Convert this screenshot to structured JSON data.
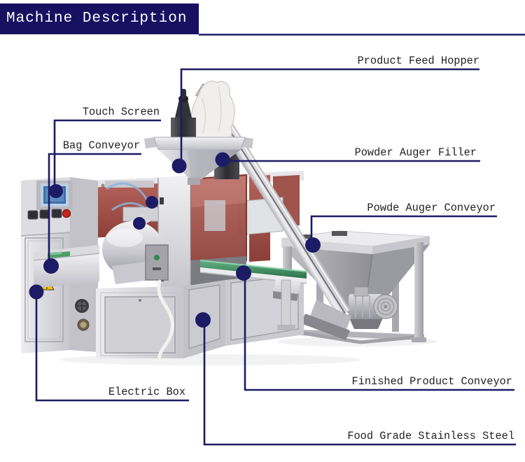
{
  "title": {
    "text": "Machine Description"
  },
  "labels": {
    "product_feed_hopper": "Product Feed Hopper",
    "touch_screen": "Touch Screen",
    "bag_conveyor": "Bag Conveyor",
    "powder_auger_filler": "Powder Auger Filler",
    "powde_auger_conveyor": "Powde Auger Conveyor",
    "finished_product_conveyor": "Finished Product Conveyor",
    "electric_box": "Electric Box",
    "food_grade_stainless_steel": "Food Grade Stainless Steel"
  },
  "colors": {
    "accent_navy": "#1c1b66",
    "banner_bg": "#171061",
    "banner_text": "#ffffff",
    "label_text": "#1f1f1f",
    "maroon_panel": "#a2544a",
    "steel_light": "#d9d9dd",
    "belt_green": "#3f8a60",
    "warning_yellow": "#f5c400",
    "screen_blue": "#4d7fb5"
  }
}
